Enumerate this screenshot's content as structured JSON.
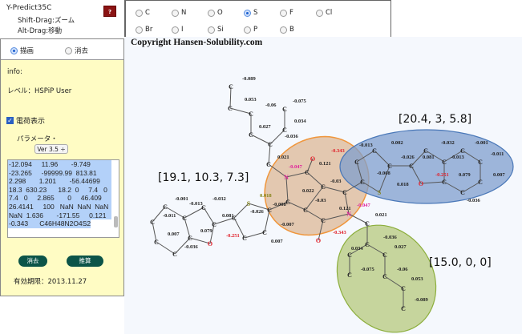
{
  "header": {
    "title": "Y-Predict35C",
    "hint1": "Shift-Drag:ズーム",
    "hint2": "Alt-Drag:移動",
    "help_label": "?"
  },
  "mode": {
    "draw": "描画",
    "erase": "消去",
    "selected": "draw"
  },
  "info": {
    "label": "info:",
    "level": "レベル：HSPiP User",
    "charge_display": "電荷表示",
    "charge_checked": true,
    "param_label": "パラメータ・",
    "version": "Ver 3.5 ÷"
  },
  "output_lines": [
    "-12.094     11.96       -9.749",
    "-23.265     -99999.99  813.81",
    "2.298       1.201       -56.44699",
    "18.3  630.23      18.2  0     7.4   0",
    "7.4   0     2.865       0     46.409",
    "26.4141     100   NaN  NaN  NaN",
    "NaN  1.636       -171.55     0.121"
  ],
  "output_last": "-0.343      C46H48N2O4S2",
  "buttons": {
    "clear": "消去",
    "estimate": "推算"
  },
  "expiry": "有効期限：2013.11.27",
  "atom_options": [
    [
      "C",
      "N",
      "O",
      "S",
      "F",
      "Cl"
    ],
    [
      "Br",
      "I",
      "Si",
      "P",
      "B"
    ]
  ],
  "atom_selected": "S",
  "canvas": {
    "copyright": "Copyright Hansen-Solubility.com",
    "hsp_labels": [
      "[19.1, 10.3, 7.3]",
      "[20.4, 3, 5.8]",
      "[15.0, 0, 0]"
    ],
    "atoms": [
      "C",
      "C",
      "C",
      "C",
      "C",
      "C",
      "C",
      "C",
      "N",
      "C",
      "O",
      "C",
      "C",
      "C",
      "C",
      "O",
      "N",
      "C",
      "C",
      "S",
      "C",
      "C",
      "C",
      "C",
      "C",
      "C",
      "C",
      "O",
      "C",
      "C",
      "C",
      "C",
      "C",
      "C",
      "C",
      "C",
      "S",
      "C",
      "C",
      "C",
      "O",
      "C",
      "C",
      "C",
      "C",
      "C",
      "C",
      "C",
      "C",
      "C",
      "C",
      "C",
      "C",
      "C"
    ],
    "charges": [
      "-0.089",
      "0.053",
      "-0.06",
      "-0.075",
      "0.034",
      "0.027",
      "-0.036",
      "-0.343",
      "0.021",
      "0.121",
      "-0.047",
      "0.022",
      "-0.03",
      "-0.008",
      "0.018",
      "-0.03",
      "0.121",
      "-0.047",
      "-0.343",
      "-0.007",
      "0.021",
      "-0.036",
      "0.034",
      "0.027",
      "-0.075",
      "-0.06",
      "0.053",
      "-0.089",
      "-0.001",
      "-0.032",
      "-0.011",
      "-0.013",
      "0.007",
      "0.079",
      "-0.036",
      "-0.251",
      "0.081",
      "-0.026",
      "0.007",
      "0.002",
      "-0.032",
      "-0.001",
      "-0.013",
      "-0.026",
      "0.081",
      "-0.011",
      "-0.008",
      "0.018",
      "-0.251",
      "0.079",
      "0.007",
      "-0.013",
      "-0.036"
    ],
    "colors": {
      "O": "#e0202a",
      "N": "#e0209a",
      "S": "#808010",
      "C": "#222222",
      "orange": "#f0963c",
      "blue": "#4a78b8",
      "green": "#8cae3c"
    }
  }
}
